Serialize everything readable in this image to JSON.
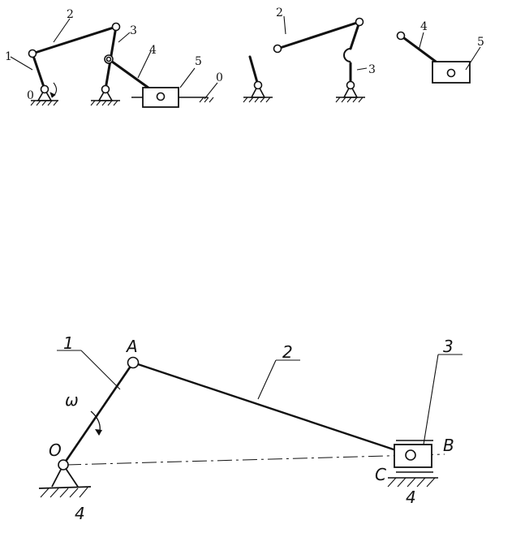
{
  "top_figure": {
    "assembled": {
      "labels": {
        "link_1": "1",
        "link_2": "2",
        "link_3": "3",
        "link_4": "4",
        "link_5": "5",
        "frame_left": "0",
        "frame_right": "0"
      }
    },
    "group_2_3": {
      "labels": {
        "link_2": "2",
        "link_3": "3"
      }
    },
    "group_4_5": {
      "labels": {
        "link_4": "4",
        "link_5": "5"
      }
    }
  },
  "bottom_figure": {
    "labels": {
      "point_O": "O",
      "point_A": "A",
      "point_B": "B",
      "point_C": "C",
      "omega": "ω",
      "link_1": "1",
      "link_2": "2",
      "link_3": "3",
      "ground_left": "4",
      "ground_right": "4"
    }
  }
}
